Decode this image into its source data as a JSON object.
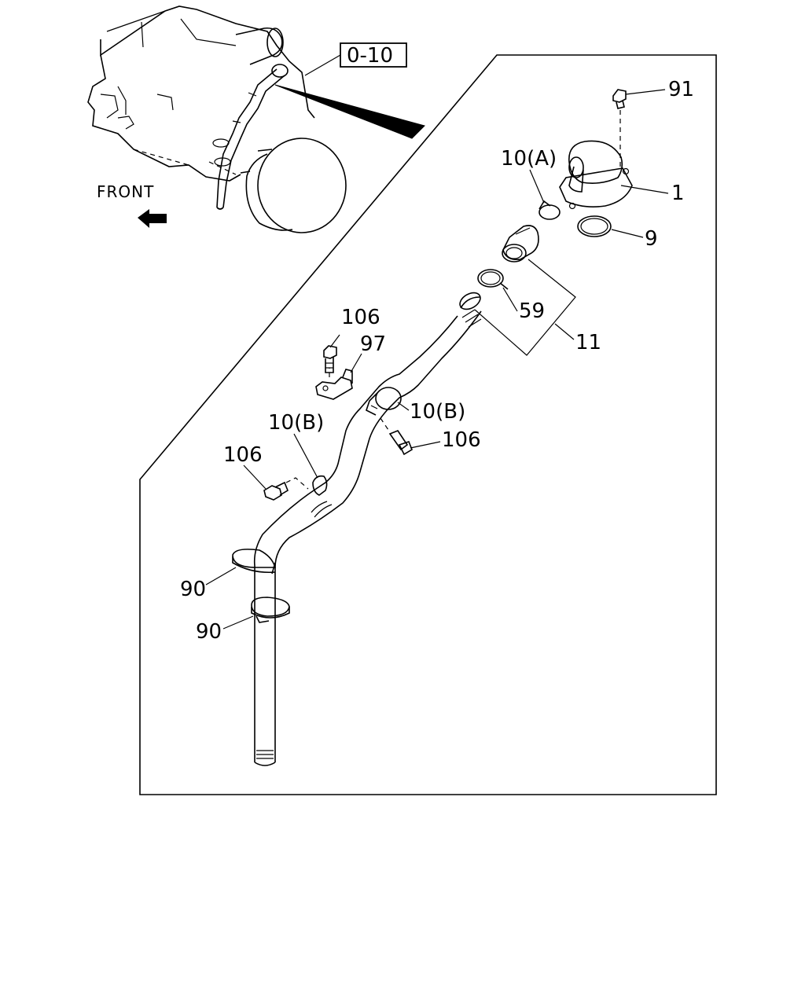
{
  "labels": {
    "front": "FRONT",
    "ref_box": "0-10",
    "p91": "91",
    "p10a": "10(A)",
    "p1": "1",
    "p9": "9",
    "p59": "59",
    "p11": "11",
    "p106_top": "106",
    "p97": "97",
    "p10b_right": "10(B)",
    "p106_mid": "106",
    "p10b_left": "10(B)",
    "p106_left": "106",
    "p90_upper": "90",
    "p90_lower": "90"
  }
}
